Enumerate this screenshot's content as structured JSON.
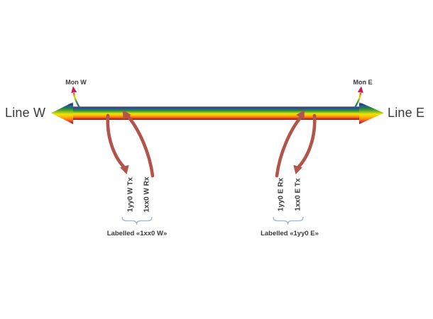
{
  "diagram": {
    "title_hint": "WDM line tap diagram",
    "line_w_label": "Line W",
    "line_e_label": "Line E",
    "mon_w_label": "Mon W",
    "mon_e_label": "Mon E",
    "west_group": {
      "tx_label": "1yy0 W Tx",
      "rx_label": "1xx0 W Rx",
      "caption": "Labelled «1xx0 W»"
    },
    "east_group": {
      "rx_label": "1yy0 E Rx",
      "tx_label": "1xx0 E Tx",
      "caption": "Labelled «1yy0 E»"
    },
    "colors": {
      "tap_arrow_red": "#b2544c",
      "mon_arrowhead_pink": "#c41e56",
      "brace_blue": "#9db3d8",
      "text": "#3a3a3a",
      "spectrum_top_to_bottom": [
        "#8f9296",
        "#272e6b",
        "#2b58a9",
        "#1f7f3f",
        "#4ca32b",
        "#9bc420",
        "#f2e500",
        "#fbc000",
        "#f78c1e",
        "#ef4e23",
        "#c8271d",
        "#8f1d12"
      ]
    }
  }
}
